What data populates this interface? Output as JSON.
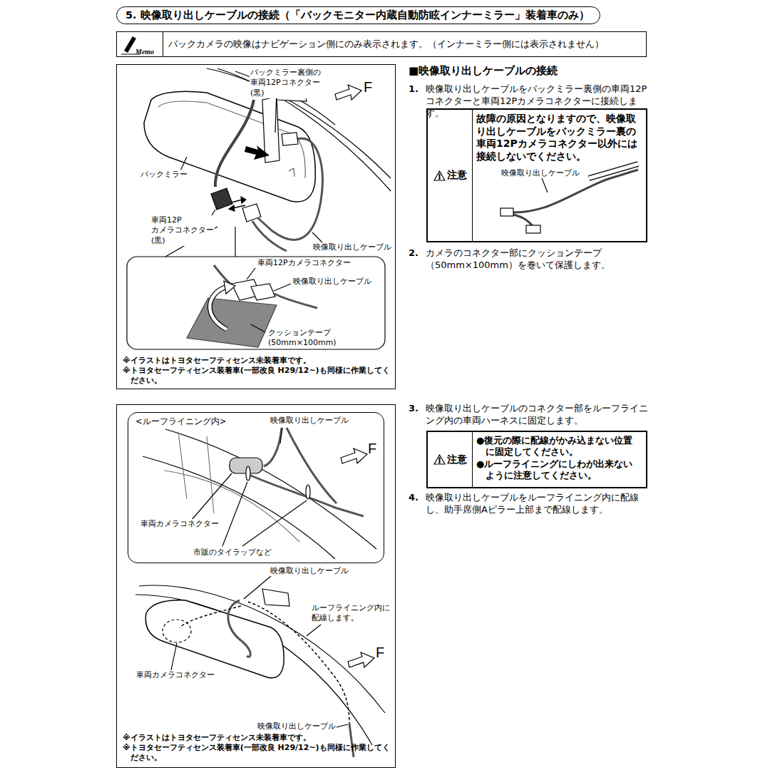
{
  "diagram": {
    "title": "5. 映像取り出しケーブルの接続（「バックモニター内蔵自動防眩インナーミラー」装着車のみ）",
    "nodes": [
      {
        "text": [
          "Memo",
          "バックカメラの映像はナビゲーション側にのみ表示されます。（インナーミラー側には表示されません）"
        ]
      },
      {
        "text": [
          "※イラストはトヨタセーフティセンス未装着車です。",
          "※トヨタセーフティセンス装着車(一部改良 H29/12~)も同様に作業してください。"
        ]
      },
      {
        "text": [
          "注意",
          "故障の原因となりますので、映像取り出しケーブルをバックミラー裏の車両12Pカメラコネクター以外には接続しないでください。"
        ]
      },
      {
        "text": [
          "※イラストはトヨタセーフティセンス未装着車です。",
          "※トヨタセーフティセンス装着車(一部改良 H29/12~)も同様に作業してください。"
        ]
      },
      {
        "text": [
          "<ルーフライニング内>"
        ],
        "in": 3
      },
      {
        "text": [
          "注意",
          "●復元の際に配線がかみ込まない位置に固定してください。",
          "●ルーフライニングにしわが出来ないように注意してください。"
        ]
      }
    ],
    "labels": [
      "■映像取り出しケーブルの接続",
      "1.",
      "映像取り出しケーブルをバックミラー裏側の車両12Pコネクターと車両12Pカメラコネクターに接続します。",
      "2.",
      "カメラのコネクター部にクッションテープ（50mm×100mm）を巻いて保護します。",
      "3.",
      "映像取り出しケーブルのコネクター部をルーフライニング内の車両ハーネスに固定します。",
      "4.",
      "映像取り出しケーブルをルーフライニング内に配線し、助手席側Aピラー上部まで配線します。",
      "バックミラー裏側の 車両12Pコネクター(黒)",
      "F",
      "バックミラー",
      "車両12P カメラコネクター(黒)",
      "映像取り出しケーブル",
      "車両12Pカメラコネクター",
      "映像取り出しケーブル",
      "クッションテープ (50mm×100mm)",
      "映像取り出しケーブル",
      "映像取り出しケーブル",
      "F",
      "車両カメラコネクター",
      "市販のタイラップなど",
      "映像取り出しケーブル",
      "ルーフライニング内に 配線します。",
      "F",
      "車両カメラコネクター",
      "映像取り出しケーブル"
    ]
  }
}
